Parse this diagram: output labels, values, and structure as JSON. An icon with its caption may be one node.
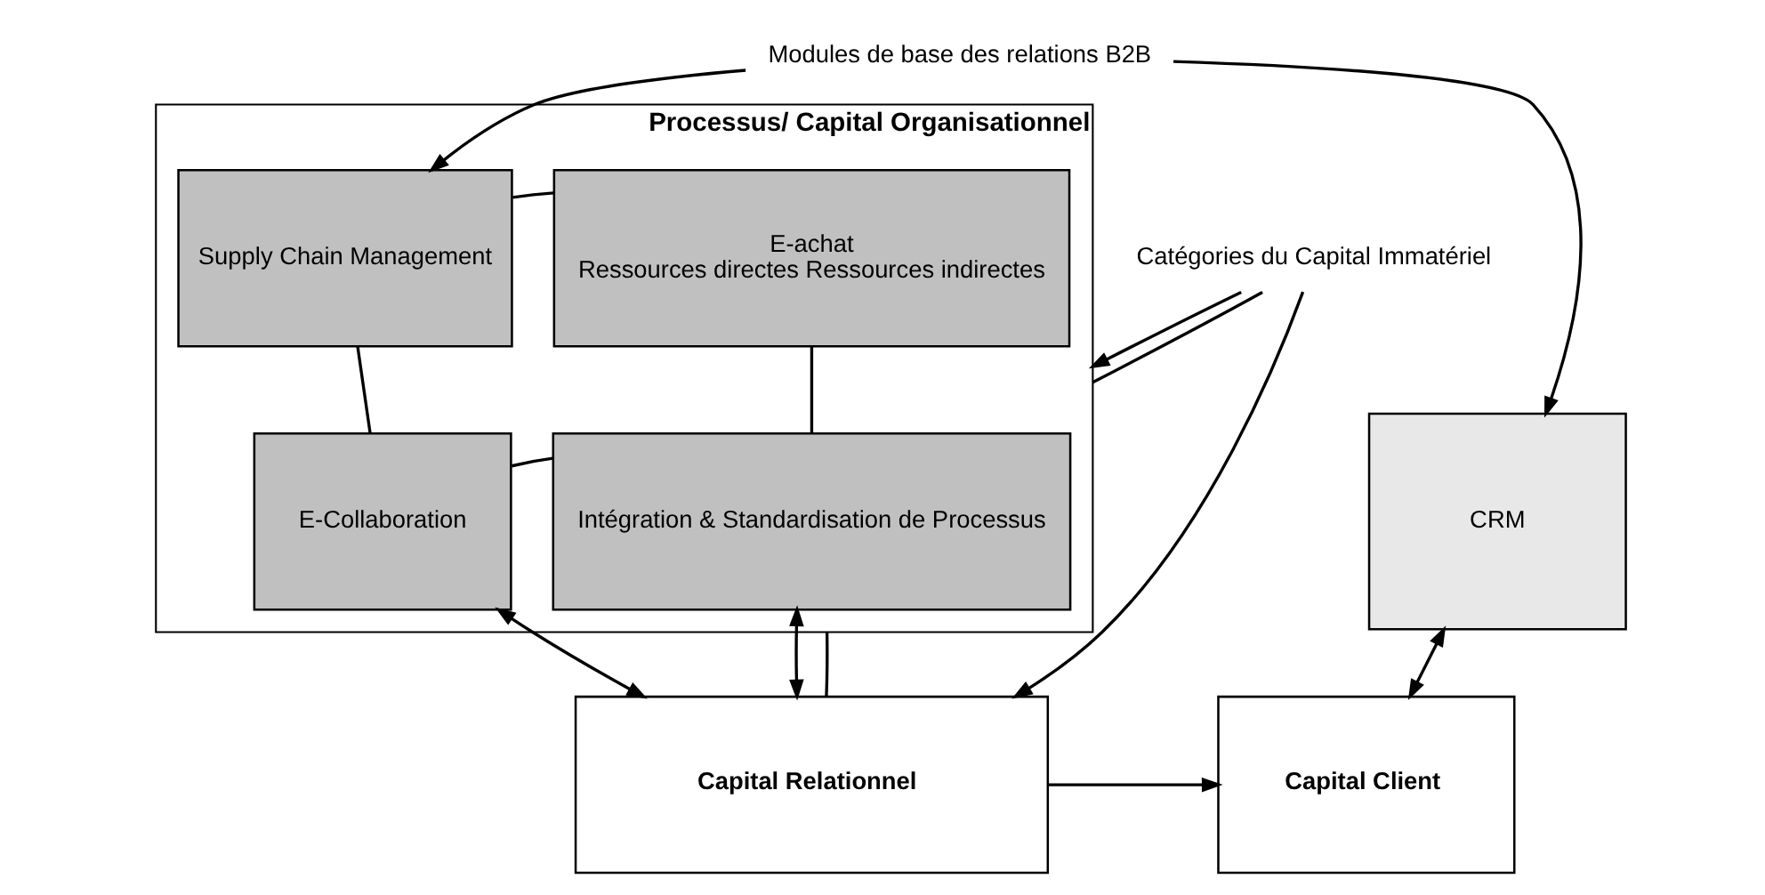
{
  "diagram": {
    "nodes": [
      {
        "text": [
          "Processus/ Capital Organisationnel"
        ]
      },
      {
        "text": [
          "E-achat",
          "Ressources directes Ressources indirectes"
        ],
        "in": 0
      },
      {
        "text": [
          "Supply Chain Management"
        ],
        "in": 0
      },
      {
        "text": [
          "Intégration & Standardisation de Processus"
        ],
        "in": 0
      },
      {
        "text": [
          "E-Collaboration"
        ],
        "in": 0
      },
      {
        "text": [
          "CRM"
        ]
      },
      {
        "text": [
          "Capital Relationnel"
        ]
      },
      {
        "text": [
          "Capital Client"
        ]
      },
      {
        "text": [
          "Catégories du Capital Immatériel"
        ]
      },
      {
        "text": [
          "Modules de base des relations B2B"
        ]
      }
    ],
    "edges": [
      {
        "from": 1,
        "to": 2,
        "arrow": "none"
      },
      {
        "from": 1,
        "to": 3,
        "arrow": "none"
      },
      {
        "from": 2,
        "to": 4,
        "arrow": "none"
      },
      {
        "from": 3,
        "to": 4,
        "arrow": "none"
      },
      {
        "from": 3,
        "to": 6,
        "arrow": "both"
      },
      {
        "from": 4,
        "to": 6,
        "arrow": "both"
      },
      {
        "from": 0,
        "to": 6,
        "arrow": "none"
      },
      {
        "from": 5,
        "to": 7,
        "arrow": "both"
      },
      {
        "from": 6,
        "to": 7,
        "arrow": "to"
      },
      {
        "from": 8,
        "to": 0,
        "arrow": "to"
      },
      {
        "from": 8,
        "to": 0,
        "arrow": "none"
      },
      {
        "from": 8,
        "to": 6,
        "arrow": "to"
      },
      {
        "from": 9,
        "to": 2,
        "arrow": "to"
      },
      {
        "from": 9,
        "to": 5,
        "arrow": "to"
      }
    ]
  }
}
